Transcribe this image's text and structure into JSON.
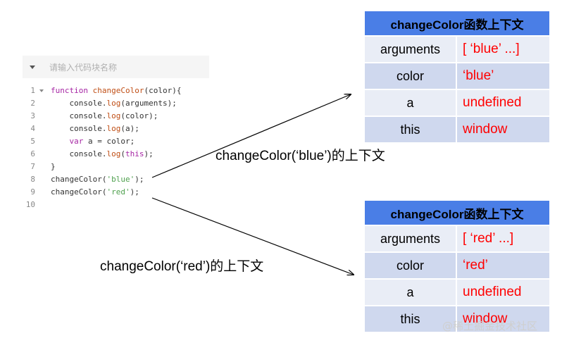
{
  "editor": {
    "placeholder": "请输入代码块名称",
    "lines": [
      {
        "n": "1",
        "fold": true,
        "tokens": [
          [
            "kw",
            "function "
          ],
          [
            "fn",
            "changeColor"
          ],
          [
            "src",
            "(color){"
          ]
        ]
      },
      {
        "n": "2",
        "fold": false,
        "tokens": [
          [
            "src",
            "    console."
          ],
          [
            "fn",
            "log"
          ],
          [
            "src",
            "(arguments);"
          ]
        ]
      },
      {
        "n": "3",
        "fold": false,
        "tokens": [
          [
            "src",
            "    console."
          ],
          [
            "fn",
            "log"
          ],
          [
            "src",
            "(color);"
          ]
        ]
      },
      {
        "n": "4",
        "fold": false,
        "tokens": [
          [
            "src",
            "    console."
          ],
          [
            "fn",
            "log"
          ],
          [
            "src",
            "(a);"
          ]
        ]
      },
      {
        "n": "5",
        "fold": false,
        "tokens": [
          [
            "kw",
            "    var "
          ],
          [
            "src",
            "a = color;"
          ]
        ]
      },
      {
        "n": "6",
        "fold": false,
        "tokens": [
          [
            "src",
            "    console."
          ],
          [
            "fn",
            "log"
          ],
          [
            "src",
            "("
          ],
          [
            "kw",
            "this"
          ],
          [
            "src",
            ");"
          ]
        ]
      },
      {
        "n": "7",
        "fold": false,
        "tokens": [
          [
            "src",
            "}"
          ]
        ]
      },
      {
        "n": "8",
        "fold": false,
        "tokens": [
          [
            "src",
            "changeColor("
          ],
          [
            "str",
            "'blue'"
          ],
          [
            "src",
            ");"
          ]
        ]
      },
      {
        "n": "9",
        "fold": false,
        "tokens": [
          [
            "src",
            "changeColor("
          ],
          [
            "str",
            "'red'"
          ],
          [
            "src",
            ");"
          ]
        ]
      },
      {
        "n": "10",
        "fold": false,
        "tokens": []
      }
    ]
  },
  "tables": [
    {
      "title": "changeColor函数上下文",
      "rows": [
        {
          "key": "arguments",
          "value": "[ ‘blue’ ...]"
        },
        {
          "key": "color",
          "value": "‘blue’"
        },
        {
          "key": "a",
          "value": "undefined"
        },
        {
          "key": "this",
          "value": "window"
        }
      ]
    },
    {
      "title": "changeColor函数上下文",
      "rows": [
        {
          "key": "arguments",
          "value": "[ ‘red’ ...]"
        },
        {
          "key": "color",
          "value": "‘red’"
        },
        {
          "key": "a",
          "value": "undefined"
        },
        {
          "key": "this",
          "value": "window"
        }
      ]
    }
  ],
  "captions": {
    "blue": "changeColor(‘blue’)的上下文",
    "red": "changeColor(‘red’)的上下文"
  },
  "watermark": "@稀土掘金技术社区",
  "colors": {
    "table_header": "#4a7ee6",
    "row_light": "#e9edf6",
    "row_dark": "#cfd8ee",
    "value_text": "#ff0000"
  }
}
